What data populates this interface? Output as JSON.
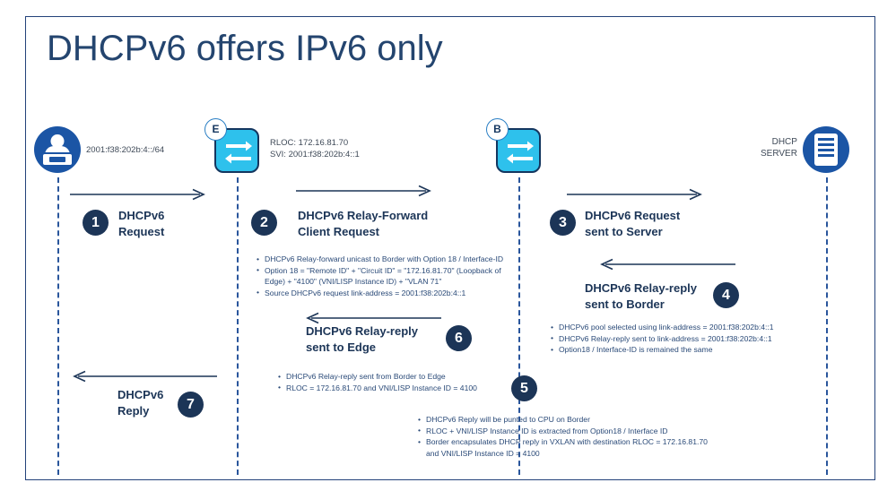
{
  "page": {
    "title": "DHCPv6 offers IPv6 only"
  },
  "nodes": {
    "client": {
      "icon": "user-laptop-icon",
      "ip_label": "2001:f38:202b:4::/64"
    },
    "edge": {
      "badge": "E",
      "icon": "switch-icon",
      "info_line1": "RLOC: 172.16.81.70",
      "info_line2": "SVI: 2001:f38:202b:4::1"
    },
    "border": {
      "badge": "B",
      "icon": "switch-icon"
    },
    "server": {
      "icon": "server-rack-icon",
      "label_line1": "DHCP",
      "label_line2": "SERVER"
    }
  },
  "steps": [
    {
      "number": "1",
      "title_line1": "DHCPv6",
      "title_line2": "Request",
      "bullets": []
    },
    {
      "number": "2",
      "title_line1": "DHCPv6 Relay-Forward",
      "title_line2": "Client Request",
      "bullets": [
        "DHCPv6 Relay-forward unicast to Border with Option 18 / Interface-ID",
        "Option 18 = \"Remote ID\" + \"Circuit ID\" = \"172.16.81.70\" (Loopback of Edge) + \"4100\" (VNI/LISP Instance ID) + \"VLAN 71\"",
        "Source DHCPv6 request link-address = 2001:f38:202b:4::1"
      ]
    },
    {
      "number": "3",
      "title_line1": "DHCPv6 Request",
      "title_line2": "sent to Server",
      "bullets": []
    },
    {
      "number": "4",
      "title_line1": "DHCPv6 Relay-reply",
      "title_line2": "sent to Border",
      "bullets": [
        "DHCPv6 pool selected using link-address = 2001:f38:202b:4::1",
        "DHCPv6 Relay-reply sent to link-address = 2001:f38:202b:4::1",
        "Option18 / Interface-ID is remained the same"
      ]
    },
    {
      "number": "5",
      "title_line1": "",
      "title_line2": "",
      "bullets": [
        "DHCPv6 Reply will be punted to CPU on Border",
        "RLOC + VNI/LISP Instance ID is extracted from Option18 / Interface ID",
        "Border encapsulates DHCP reply in VXLAN with destination RLOC = 172.16.81.70 and VNI/LISP Instance ID = 4100"
      ]
    },
    {
      "number": "6",
      "title_line1": "DHCPv6 Relay-reply",
      "title_line2": "sent to Edge",
      "bullets": [
        "DHCPv6 Relay-reply sent from Border to Edge",
        "RLOC = 172.16.81.70 and VNI/LISP Instance ID = 4100"
      ]
    },
    {
      "number": "7",
      "title_line1": "DHCPv6",
      "title_line2": "Reply",
      "bullets": []
    }
  ],
  "colors": {
    "title": "#24456f",
    "navy": "#1c3557",
    "cyan": "#2ec1ec",
    "blue": "#1b55a5",
    "lifeline": "#2a569c"
  }
}
